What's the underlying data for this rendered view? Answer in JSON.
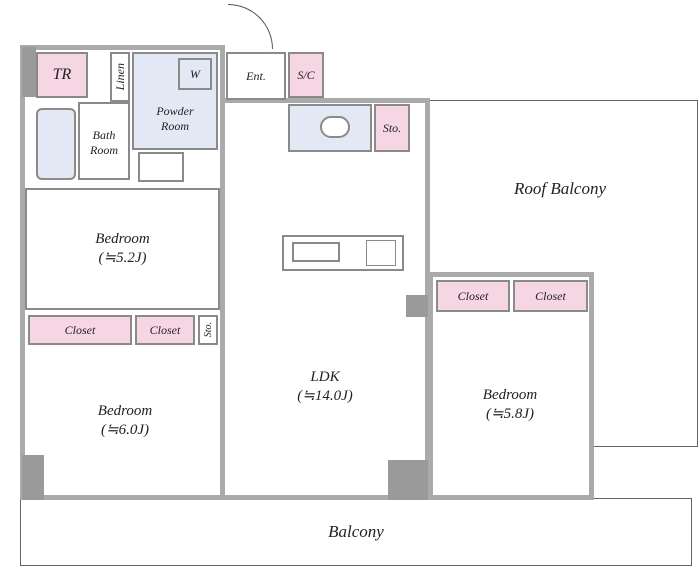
{
  "rooms": {
    "tr": "TR",
    "linen": "Linen",
    "washer": "W",
    "powder_room": [
      "Powder",
      "Room"
    ],
    "bath_room": [
      "Bath",
      "Room"
    ],
    "entrance": "Ent.",
    "shoe_closet": "S/C",
    "storage_top": "Sto.",
    "roof_balcony": "Roof Balcony",
    "bedroom_1": {
      "name": "Bedroom",
      "size": "(≒5.2J)"
    },
    "closet_left_1": "Closet",
    "closet_left_2": "Closet",
    "storage_small": "Sto.",
    "bedroom_2": {
      "name": "Bedroom",
      "size": "(≒6.0J)"
    },
    "ldk": {
      "name": "LDK",
      "size": "(≒14.0J)"
    },
    "closet_right_1": "Closet",
    "closet_right_2": "Closet",
    "bedroom_3": {
      "name": "Bedroom",
      "size": "(≒5.8J)"
    },
    "balcony": "Balcony"
  }
}
